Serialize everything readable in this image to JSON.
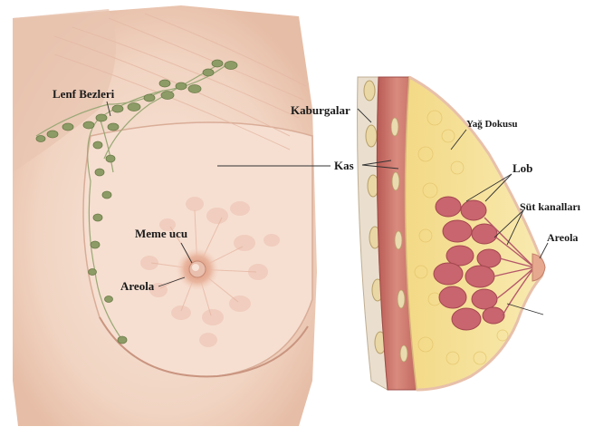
{
  "labels": {
    "lymph_nodes": "Lenf Bezleri",
    "nipple": "Meme ucu",
    "areola_left": "Areola",
    "ribs": "Kaburgalar",
    "muscle": "Kas",
    "fat_tissue": "Yağ Dokusu",
    "lobe": "Lob",
    "milk_ducts": "Süt kanalları",
    "areola_right": "Areola"
  },
  "colors": {
    "skin": "#f4dccd",
    "skin_shadow": "#e8c3ae",
    "lymph_node": "#8a9a63",
    "fat": "#f6e39a",
    "muscle": "#c9736a",
    "lobule": "#c9666e",
    "rib": "#e8d6a8"
  }
}
